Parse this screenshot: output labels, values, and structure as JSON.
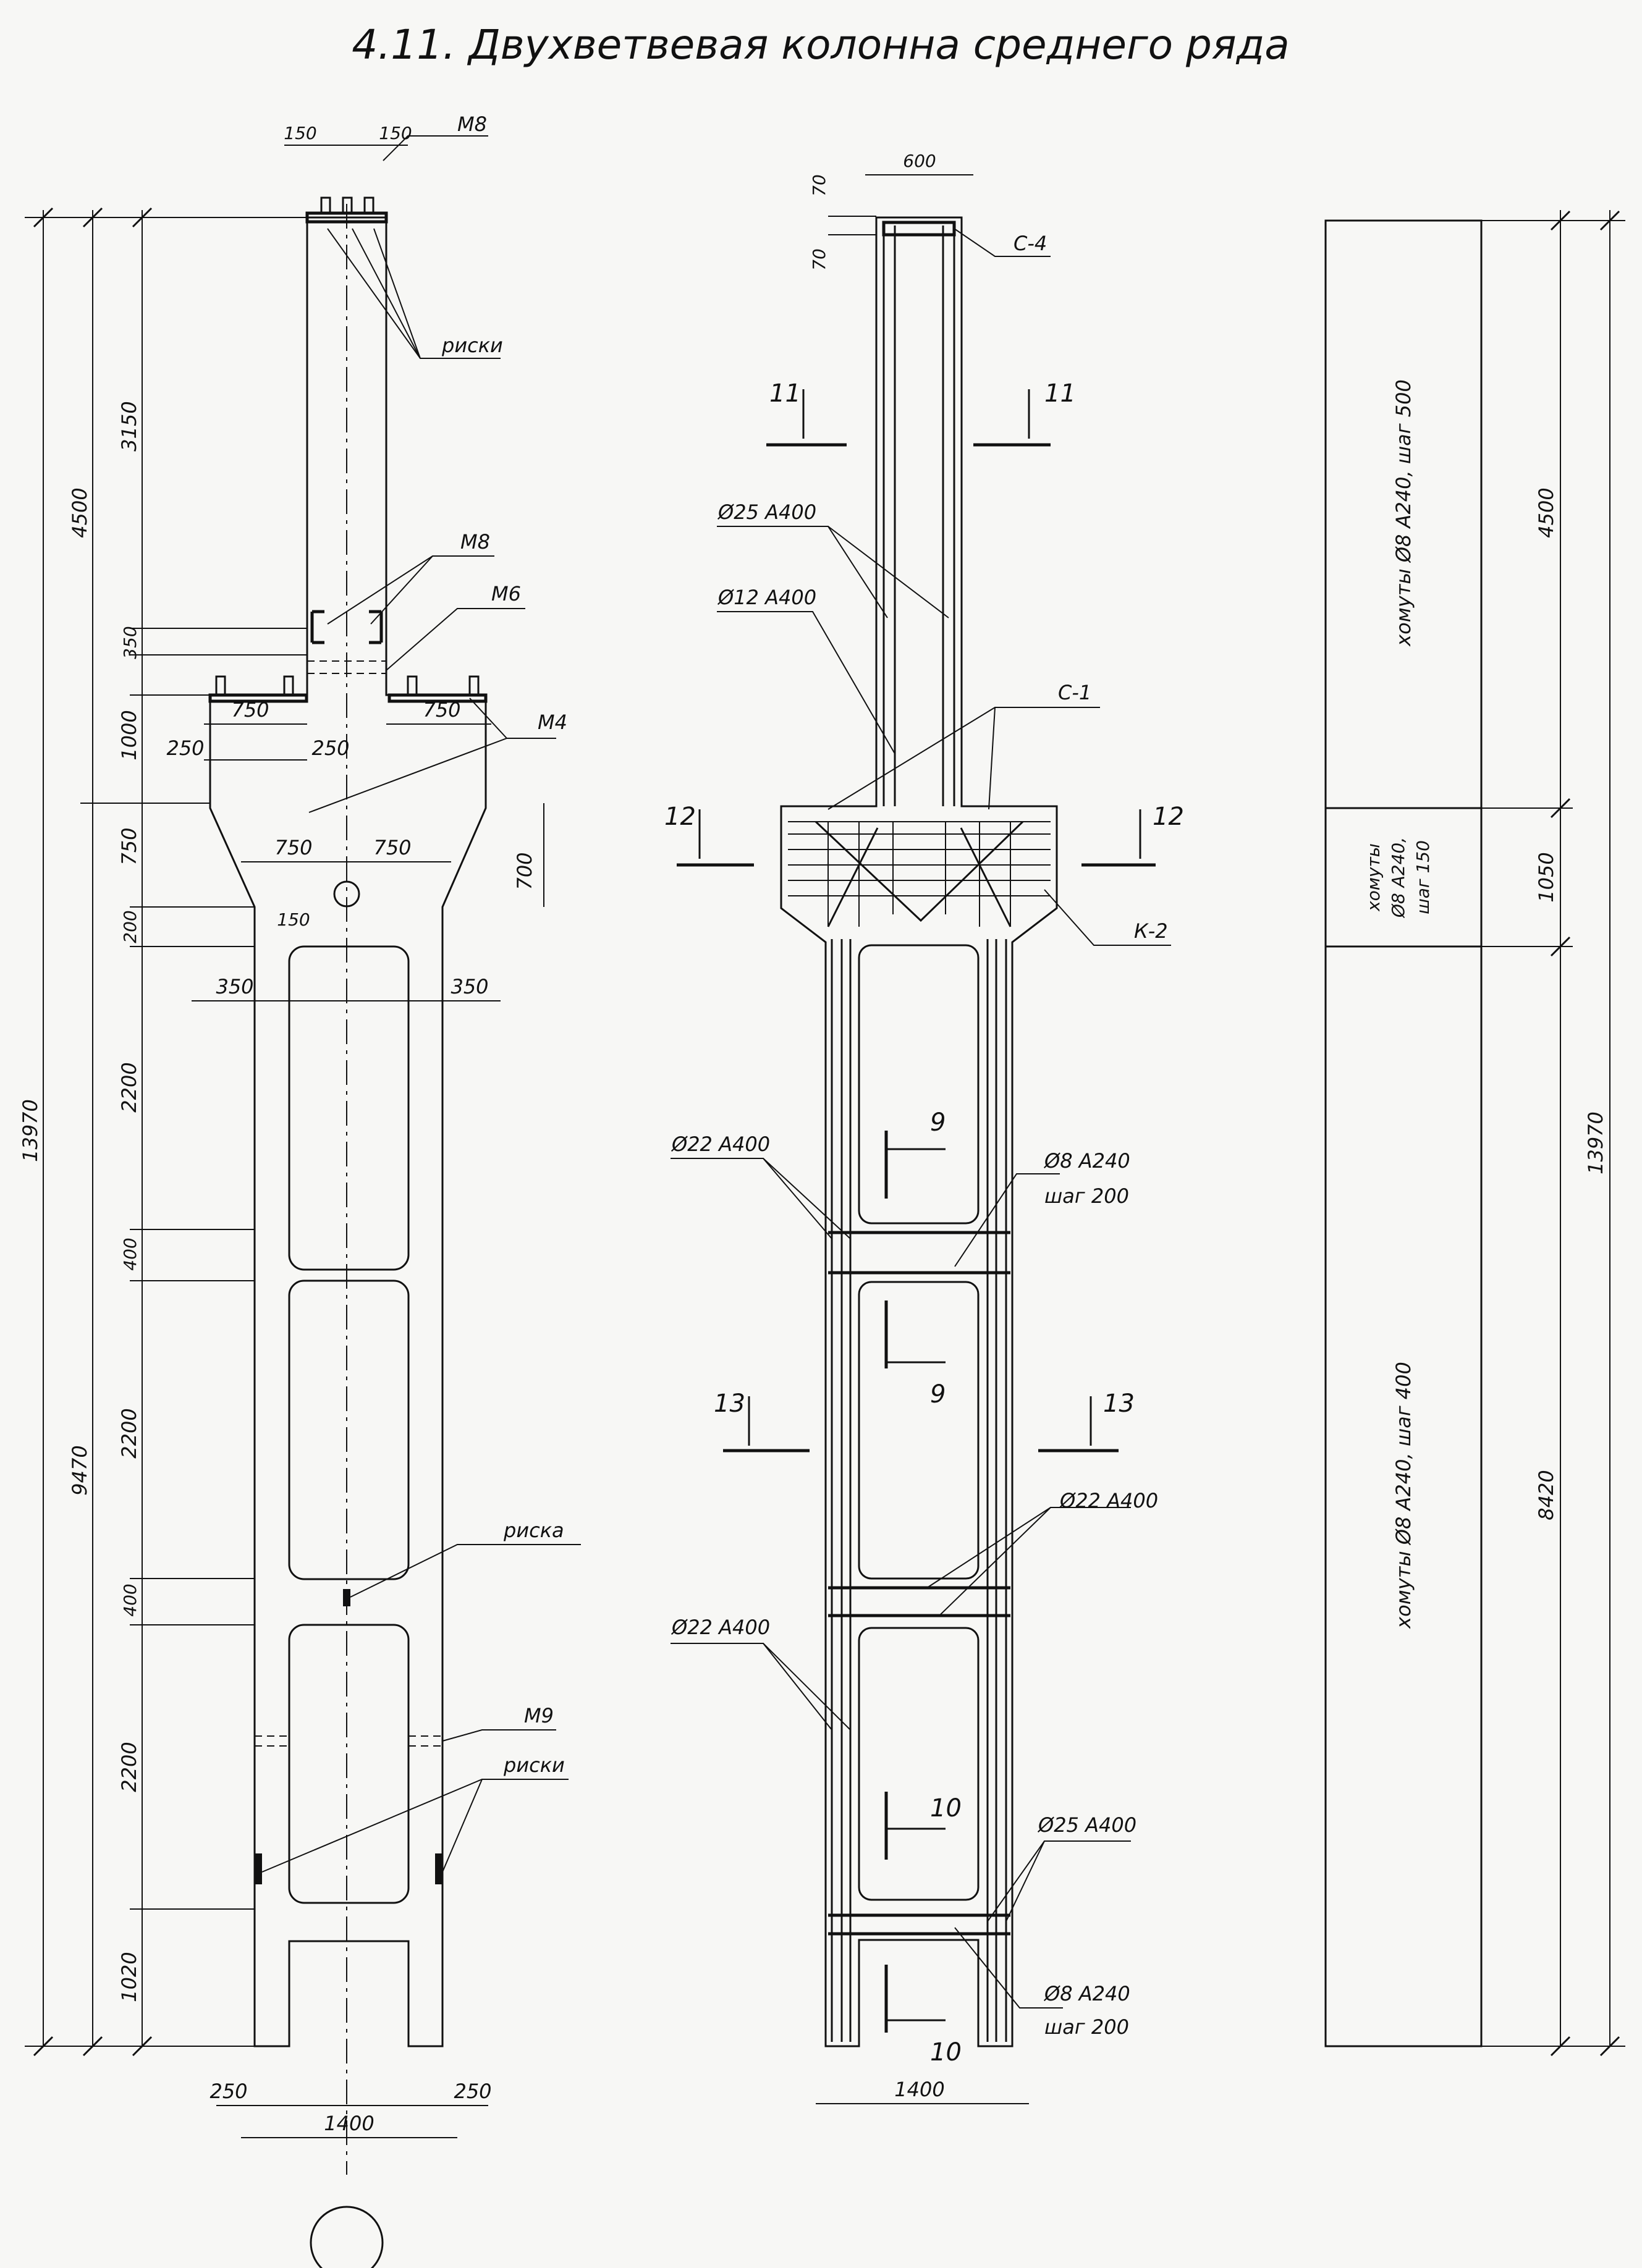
{
  "title": "4.11. Двухветвевая колонна среднего ряда",
  "left_view": {
    "dims_vertical": [
      "13970",
      "9470",
      "4500",
      "3150",
      "350",
      "1000",
      "750",
      "200",
      "2200",
      "400",
      "2200",
      "400",
      "2200",
      "1020",
      "700"
    ],
    "dims_horizontal": [
      "150",
      "150",
      "750",
      "750",
      "250",
      "250",
      "750",
      "750",
      "150",
      "350",
      "350",
      "250",
      "250",
      "1400"
    ],
    "labels": {
      "m8_top": "М8",
      "riski_top": "риски",
      "m8_mid": "М8",
      "m6": "М6",
      "m4": "М4",
      "riska": "риска",
      "m9": "М9",
      "riski_bottom": "риски"
    }
  },
  "middle_view": {
    "dims": {
      "top_width": "600",
      "top_70a": "70",
      "top_70b": "70",
      "bottom_width": "1400"
    },
    "labels": {
      "c4": "С-4",
      "c1": "С-1",
      "k2": "К-2",
      "rebar_25_top": "Ø25 А400",
      "rebar_12": "Ø12 А400",
      "rebar_22_a": "Ø22 А400",
      "stirrup_8_a": "Ø8 А240",
      "step_200_a": "шаг 200",
      "rebar_22_b": "Ø22 А400",
      "rebar_22_c": "Ø22 А400",
      "rebar_25_bottom": "Ø25 А400",
      "stirrup_8_b": "Ø8 А240",
      "step_200_b": "шаг 200"
    },
    "sections": {
      "s11": "11",
      "s12": "12",
      "s13": "13",
      "s9": "9",
      "s10": "10"
    }
  },
  "right_table": {
    "cell_top": "хомуты Ø8 А240, шаг 500",
    "cell_mid_1": "хомуты",
    "cell_mid_2": "Ø8 А240,",
    "cell_mid_3": "шаг 150",
    "cell_bottom": "хомуты Ø8 А240, шаг 400",
    "dims": [
      "4500",
      "1050",
      "8420",
      "13970"
    ]
  }
}
